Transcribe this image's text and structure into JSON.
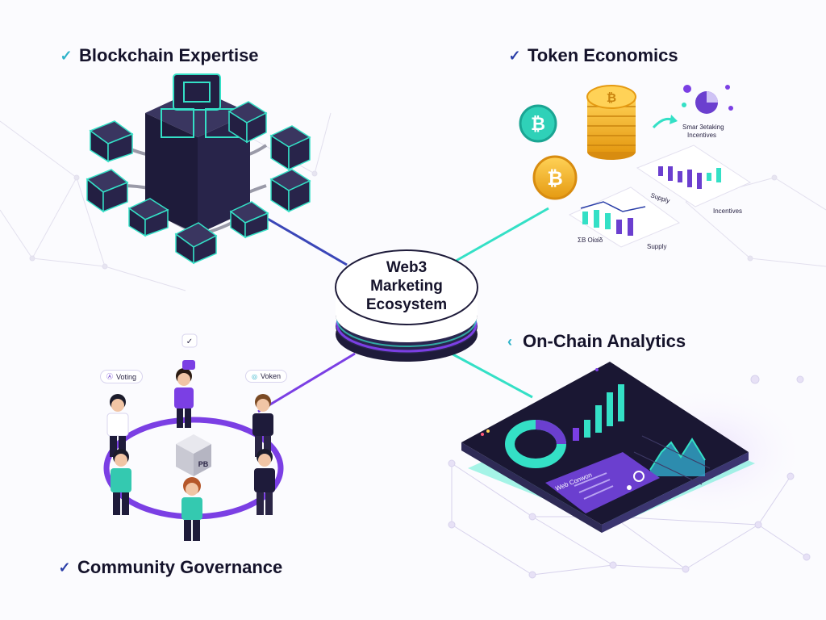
{
  "hub": {
    "lines": [
      "Web3",
      "Marketing",
      "Ecosystem"
    ]
  },
  "sections": {
    "blockchain": {
      "title": "Blockchain Expertise",
      "icon": "check-icon"
    },
    "token": {
      "title": "Token Economics",
      "icon": "check-icon",
      "labels": {
        "staking": "Smar 3etaking",
        "incentives_small": "Incentives",
        "supply_top": "Supply",
        "incentives": "Incentives",
        "supply_bottom": "Supply",
        "chart_small": "ΣΒ Οίαίδ"
      }
    },
    "analytics": {
      "title": "On-Chain Analytics",
      "icon": "chevron-left-icon",
      "card_title": "Web Conwon"
    },
    "community": {
      "title": "Community Governance",
      "icon": "check-icon",
      "tags": {
        "voting": "Voting",
        "token": "Voken"
      },
      "box_label": "PB"
    }
  },
  "colors": {
    "purple": "#7b3fe4",
    "teal": "#34e0c6",
    "navy": "#1e1b3a",
    "gold": "#f2b531"
  }
}
